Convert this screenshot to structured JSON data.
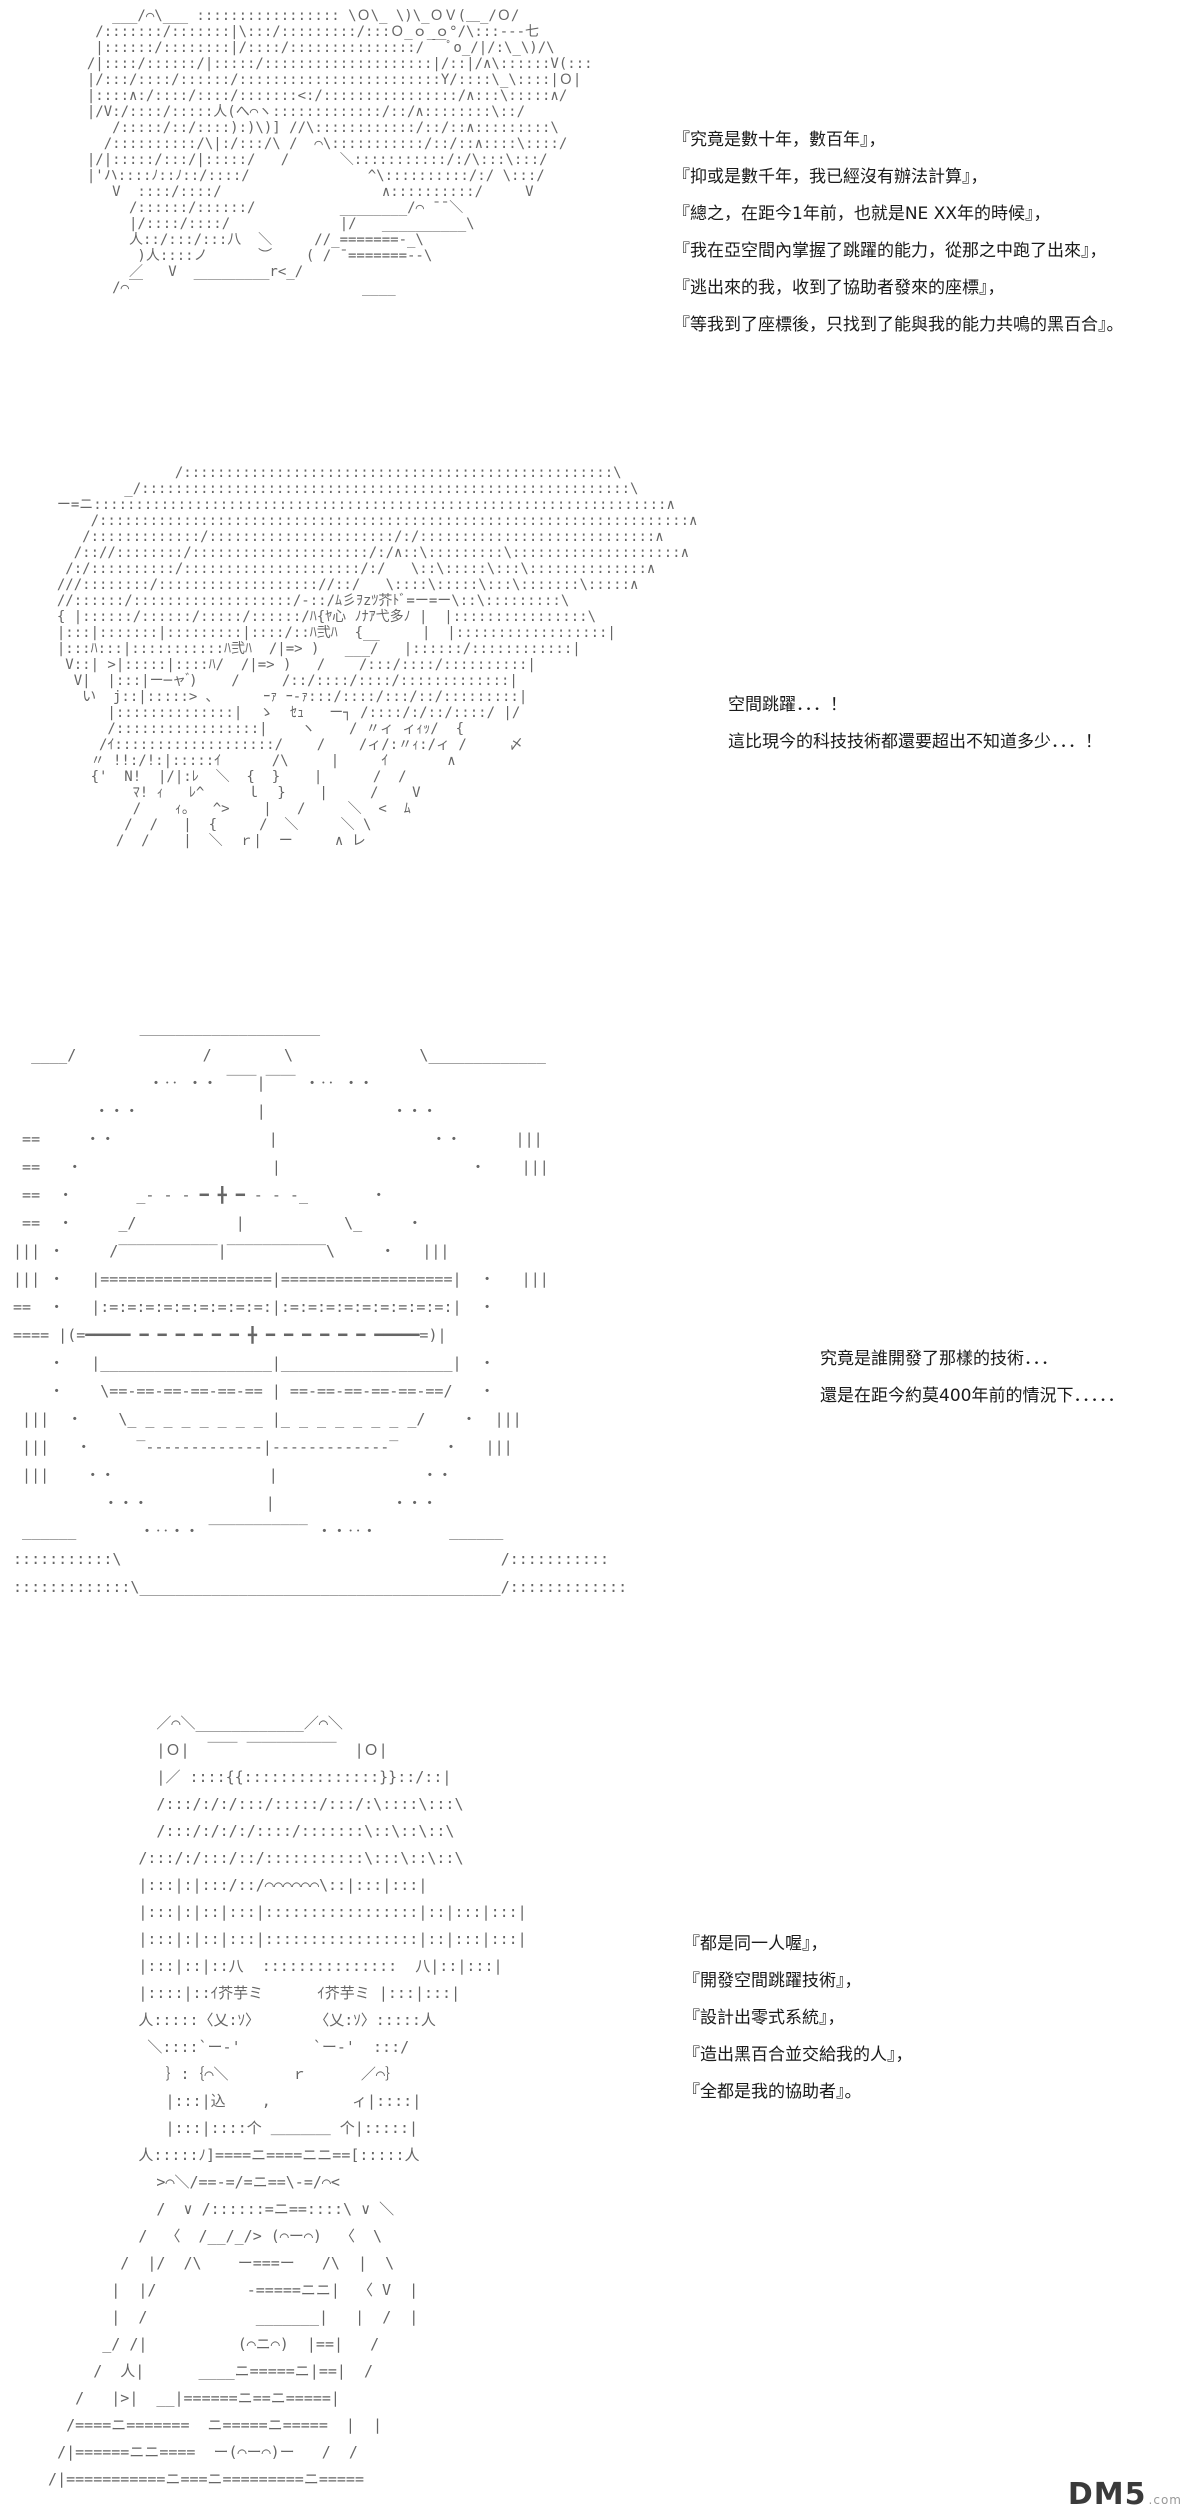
{
  "panel1": {
    "art": "     ___/⌒\\___ ::::::::::::::::: \\Ｏ\\_ \\)\\_ＯＶ(＿_/Ｏ/\n   /:::::::/:::::::|\\:::/:::::::::/:::Ｏ_ｏ_ｏ°/\\:::---七\n   |::::::/::::::::|/::::/:::::::::::::::/ ￣ﾟo_/|/:\\_\\)/\\\n  /|::::/::::::/|:::::/::::::::::::::::::::|/::|/∧\\::::::V(:::\n  |/:::/::::/::::::/::::::::::::::::::::::::Y/::::\\_\\::::|Ｏ|\n  |::::∧:/::::/::::/:::::::<:/::::::::::::::::/∧:::\\:::::∧/\n  |/V:/::::/:::::人(へ⌒ヽ:::::::::::::/::/∧::::::::\\::/\n     /:::::/::/::::):)\\)] //\\::::::::::::/::/::∧:::::::::\\\n    /::::::::::/\\|:/:::/\\ /  ⌒\\:::::::::::/::/::∧::::\\::::/\n  |/|:::::/:::/|:::::/   /      ＼:::::::::::/:/\\:::\\:::/\n  |'ハ::::ﾉ::ﾉ::/::::/              ^\\::::::::::/:/ \\:::/\n     V  ::::/::::/                   ∧::::::::::/     V\n       /::::::/::::::/          ________/⌒ ̄ ̄ ＼\n       |/::::/::::/             |/   __________\\\n       人::/:::/:::八  ＼     //_=======-_\\\n        )人::::ノ      ︶    ( / ¯=======--\\\n       ／   V       ____r<_/\n     /⌒￣      ￣￣￣               ____",
    "lines": [
      "『究竟是數十年，數百年』，",
      "『抑或是數千年，我已經沒有辦法計算』，",
      "『總之，在距今1年前，也就是NE XX年的時候』，",
      "『我在亞空間內掌握了跳躍的能力，從那之中跑了出來』，",
      "『逃出來的我，收到了協助者發來的座標』，",
      "『等我到了座標後，只找到了能與我的能力共鳴的黑百合』。"
    ]
  },
  "panel2": {
    "art": "                /:::::::::::::::::::::::::::::::::::::::::::::::::::\\\n          _/::::::::::::::::::::::::::::::::::::::::::::::::::::::::::\\\n  ー=ニ::::::::::::::::::::::::::::::::::::::::::::::::::::::::::::::::::::∧\n      /::::::::::::::::::::::::::::::::::::::::::::::::::::::::::::::::::::::∧\n     /:::::::::::::/::::::::::::::::::::::/:/::::::::::::::::::::::::::::∧\n    /:://::::::::/:::::::::::::::::::::/:/∧::\\:::::::::\\::::::::::::::::::::∧\n   /:/::::::::::/:::::::::::::::::::::/:/   \\::\\:::::\\:::\\::::::::::::::∧\n  ///::::::::/::::::::::::::::::://::/   \\::::\\:::::\\:::\\:::::::\\:::::∧\n  //::::::/:::::::::::::::::::/-::/ﾑ彡ｦzﾂ芥ﾄﾞ=ー=ー\\::\\:::::::::\\\n  { |::::::/::::::/:::::/::::::/ﾊ{ﾔ心 ﾉﾅｱ弋多ﾉ |  |::::::::::::::::\\\n  |:::|:::::::|:::::::::|::::/::ﾊ弐ﾊ  {__     |  |::::::::::::::::::|\n  |:::ﾊ:::|:::::::::::ﾊ弐ﾊ  /|=> )   ___/   |::::::/::::::::::::|\n   V::| >|:::::|::::ﾊ/  /|=> )   /    /:::/::::/::::::::::|\n    V|  |:::|ー─ャ ゙)    /     /::/::::/::::/:::::::::::::|\n     い  j::|:::::> ､      ｰｧ ｰ-ｧ:::/::::/:::/::/:::::::::|\n        |::::::::::::::|  ゝ  ｾｭ   ー┐ /::::/:/::/::::/ |/\n        /:::::::::::::::::|    ヽ    / 〃ィ ィｨｯ/  {\n       /ｲ:::::::::::::::::::/    /    /ィ/:〃ｨ:/ィ /     〆\n      〃 !!:/!:|:::::ｲ      /\\     |     ｲ       ∧\n      {'  N!  |/|:ﾚ  ＼  {  }    |      /  /\n           ﾏ! ｨ   ﾚ^     ｌ  }    |     /    V\n           /    ｨ。  ^>    |   /     ＼  <  ﾑ\n          /  /   |  {     /  ＼     ＼ \\\n         /  /    |  ＼  ｒ|  ー     ∧ レ",
    "lines": [
      "空間跳躍．．．！",
      "這比現今的科技技術都還要超出不知道多少．．．！"
    ]
  },
  "panel3": {
    "art": "               ____________________\n   ____/              /        \\              \\_____________\n                ・‥ ・・ ￣￣|￣￣ ・‥ ・・\n          ・・・             |              ・・・\n  ==     ・・                 |                 ・・      |||\n  ==   ・                     |                     ・    |||\n  ==  ・       _- ‐ ‐ ━ ╋ ━ ‐ ‐ -_       ・\n  ==  ・     _/           |           \\_     ・\n ||| ・     /‾‾‾‾‾‾‾‾‾‾‾|‾‾‾‾‾‾‾‾‾‾‾\\     ・   |||\n ||| ・   |===================|===================|  ・   |||\n ==  ・   |:=:=:=:=:=:=:=:=:=:|:=:=:=:=:=:=:=:=:=:|  ・\n ==== |(=━━━━━ ━ ━ ━ ━ ━ ━ ╋ ━ ━ ━ ━ ━ ━ ━━━━━=)|\n     ・   |___________________|___________________|  ・\n     ・    \\==-==-==-==-==-== | ==-==-==-==-==-==/   ・\n  |||  ・    \\_ _ _ _ _ _ _ _ |_ _ _ _ _ _ _ _/    ・  |||\n  |||   ・     ‾-‐-‐-‐-‐-‐-‐-|-‐-‐-‐-‐-‐-‐-‾     ・   |||\n  |||    ・・                 |                ・・\n           ・・・             |             ・・・\n  ______       ・‥・・ ‾‾‾‾‾‾‾‾‾‾‾ ・・‥・        ______\n :::::::::::\\                                          /:::::::::::\n :::::::::::::\\________________________________________/:::::::::::::",
    "lines": [
      "究竟是誰開發了那樣的技術．．．",
      "還是在距今約莫400年前的情況下．．．．．"
    ]
  },
  "panel4": {
    "art": "              ／⌒＼____________／⌒＼\n              |Ｏ|  ￣￣ ￣￣￣￣￣￣  |Ｏ|\n              |／ ::::{{:::::::::::::::}}::/::|\n              /:::/:/:/:::/:::::/:::/:\\::::\\:::\\\n              /:::/:/:/:/::::/:::::::\\::\\::\\::\\\n            /:::/:/:::/::/:::::::::::\\:::\\::\\::\\\n            |:::|:|:::/::/⌒⌒⌒⌒⌒⌒\\::|:::|:::|\n            |:::|:|::|:::|:::::::::::::::::|::|:::|:::|\n            |:::|:|::|:::|:::::::::::::::::|::|:::|:::|\n            |:::|::|::八  :::::::::::::::  八|::|:::|\n            |::::|::ｲ芥芋ミ      ｲ芥芋ミ |:::|:::|\n            人:::::〈乂:ｿ〉      〈乂:ｿ〉:::::人\n             ＼::::`ー‐'        `ー‐'  :::/\n               ｝:｛⌒＼       ｒ      ／⌒｝\n               |:::|込    ,         ィ|::::|\n               |:::|::::个 ＿＿＿＿ 个|:::::|\n            人:::::ﾉ]====ニ====ニニ==[:::::人\n              >⌒＼/==-=/=ニ==\\-=/⌒<\n              /  ∨ /::::::=ニ==::::\\ ∨ ＼\n            /  〈  /__/_/> (⌒ー⌒)  〈  \\\n          /  |/  /\\    ー===ー   /\\  |  \\\n         |  |/          -=====ニニ|  〈 V  |\n         |  /            _______|   |  /  |\n        _/ /|          (⌒ニ⌒)  |==|   /\n       /  人|      ____ニ=====ニ|==|  /\n     /   |>|  __|======ニ==ニ=====|\n    /====ニ=======  ニ=====ニ=====  |  |\n   /|======ニニ====  ー(⌒ー⌒)ー   /  /\n  /|===========ニ===ニ=========ニ=====",
    "lines": [
      "『都是同一人喔』，",
      "『開發空間跳躍技術』，",
      "『設計出零式系統』，",
      "『造出黑百合並交給我的人』，",
      "『全都是我的協助者』。"
    ]
  },
  "watermark": {
    "logo": "DM5",
    "suffix": ".com"
  }
}
